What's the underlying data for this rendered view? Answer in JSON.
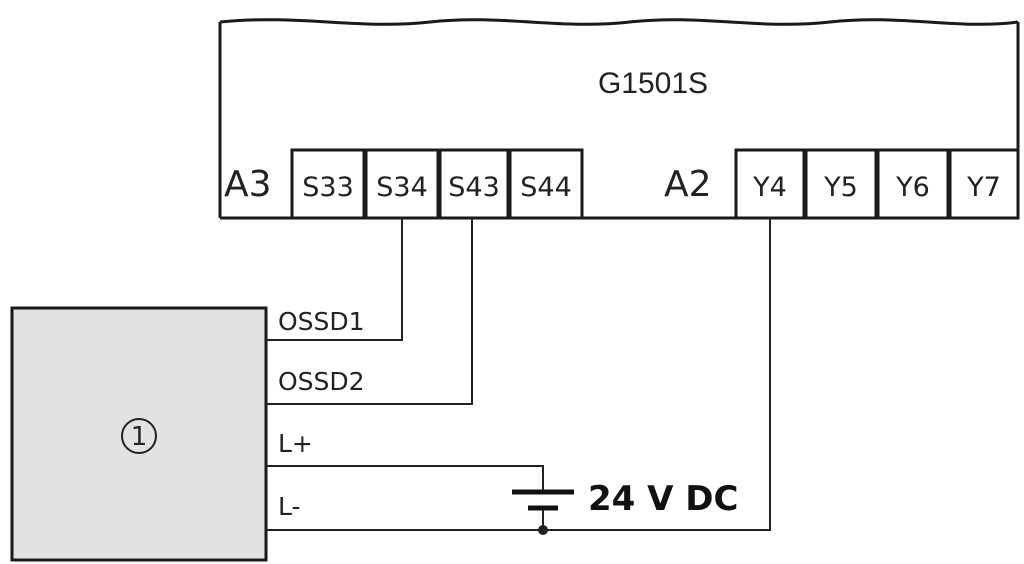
{
  "device": {
    "model": "G1501S",
    "left_terminals": {
      "a3": "A3",
      "a2": "A2"
    },
    "input_terminals": [
      "S33",
      "S34",
      "S43",
      "S44"
    ],
    "output_terminals": [
      "Y4",
      "Y5",
      "Y6",
      "Y7"
    ]
  },
  "sensor": {
    "number": "1",
    "signals": [
      "OSSD1",
      "OSSD2",
      "L+",
      "L-"
    ],
    "fill_color": "#e2e2e2"
  },
  "supply": {
    "label": "24 V DC"
  }
}
